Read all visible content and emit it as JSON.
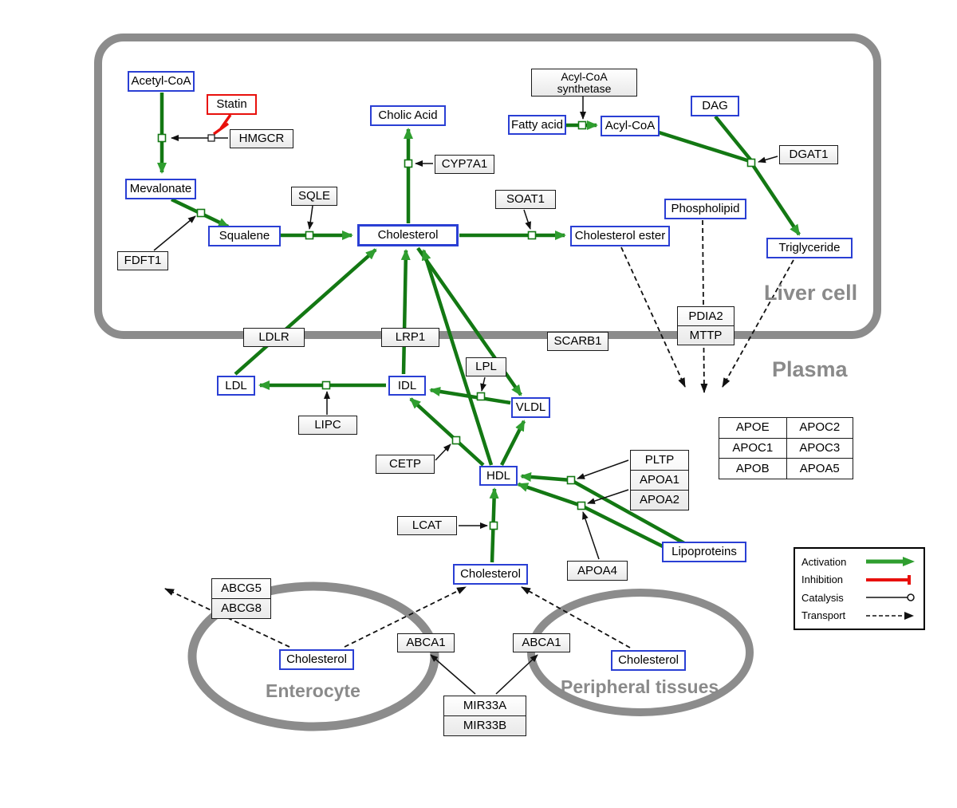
{
  "regions": {
    "liver": "Liver cell",
    "plasma": "Plasma",
    "enterocyte": "Enterocyte",
    "peripheral": "Peripheral tissues"
  },
  "nodes": {
    "acetylcoa": "Acetyl-CoA",
    "statin": "Statin",
    "hmgcr": "HMGCR",
    "mevalonate": "Mevalonate",
    "sqle": "SQLE",
    "fdft1": "FDFT1",
    "squalene": "Squalene",
    "cholesterol_liver": "Cholesterol",
    "cholic_acid": "Cholic Acid",
    "cyp7a1": "CYP7A1",
    "soat1": "SOAT1",
    "cholesterol_ester": "Cholesterol ester",
    "acyl_synth_line1": "Acyl-CoA",
    "acyl_synth_line2": "synthetase",
    "fatty_acid": "Fatty acid",
    "acylcoa": "Acyl-CoA",
    "dag": "DAG",
    "dgat1": "DGAT1",
    "phospholipid": "Phospholipid",
    "triglyceride": "Triglyceride",
    "ldlr": "LDLR",
    "lrp1": "LRP1",
    "scarb1": "SCARB1",
    "pdia2": "PDIA2",
    "mttp": "MTTP",
    "ldl": "LDL",
    "idl": "IDL",
    "vldl": "VLDL",
    "lpl": "LPL",
    "lipc": "LIPC",
    "cetp": "CETP",
    "hdl": "HDL",
    "pltp": "PLTP",
    "apoa1": "APOA1",
    "apoa2": "APOA2",
    "apoe": "APOE",
    "apoc2": "APOC2",
    "apoc1": "APOC1",
    "apoc3": "APOC3",
    "apob": "APOB",
    "apoa5": "APOA5",
    "lcat": "LCAT",
    "apoa4": "APOA4",
    "lipoproteins": "Lipoproteins",
    "cholesterol_plasma": "Cholesterol",
    "abcg5": "ABCG5",
    "abcg8": "ABCG8",
    "cholesterol_enterocyte": "Cholesterol",
    "abca1_left": "ABCA1",
    "abca1_right": "ABCA1",
    "cholesterol_peripheral": "Cholesterol",
    "mir33a": "MIR33A",
    "mir33b": "MIR33B"
  },
  "legend": {
    "activation": "Activation",
    "inhibition": "Inhibition",
    "catalysis": "Catalysis",
    "transport": "Transport"
  },
  "colors": {
    "activation_line": "#137813",
    "activation_arrow": "#2f9e2f",
    "inhibition": "#e8100c",
    "node_border_blue": "#2a3fd4",
    "membrane": "#8c8c8c"
  }
}
